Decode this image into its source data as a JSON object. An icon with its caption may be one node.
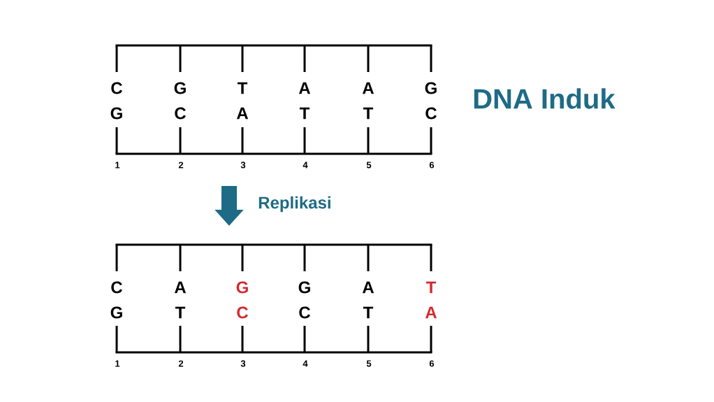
{
  "diagram": {
    "nodes": [
      {
        "text": [],
        "shape": "ladder",
        "beside": [
          "DNA Induk"
        ]
      },
      {
        "text": [
          "C",
          "G"
        ],
        "in": 0,
        "beside": [
          "1"
        ]
      },
      {
        "text": [
          "G",
          "C"
        ],
        "in": 0,
        "beside": [
          "2"
        ]
      },
      {
        "text": [
          "T",
          "A"
        ],
        "in": 0,
        "beside": [
          "3"
        ]
      },
      {
        "text": [
          "A",
          "T"
        ],
        "in": 0,
        "beside": [
          "4"
        ]
      },
      {
        "text": [
          "A",
          "T"
        ],
        "in": 0,
        "beside": [
          "5"
        ]
      },
      {
        "text": [
          "G",
          "C"
        ],
        "in": 0,
        "beside": [
          "6"
        ]
      },
      {
        "text": [],
        "shape": "ladder"
      },
      {
        "text": [
          "C",
          "G"
        ],
        "in": 7,
        "beside": [
          "1"
        ]
      },
      {
        "text": [
          "A",
          "T"
        ],
        "in": 7,
        "beside": [
          "2"
        ]
      },
      {
        "text": [
          "G",
          "C"
        ],
        "in": 7,
        "beside": [
          "3"
        ]
      },
      {
        "text": [
          "G",
          "C"
        ],
        "in": 7,
        "beside": [
          "4"
        ]
      },
      {
        "text": [
          "A",
          "T"
        ],
        "in": 7,
        "beside": [
          "5"
        ]
      },
      {
        "text": [
          "T",
          "A"
        ],
        "in": 7,
        "beside": [
          "6"
        ]
      }
    ],
    "edges": [
      {
        "from": 0,
        "to": 7,
        "arrow": "to",
        "label": "Replikasi"
      }
    ]
  }
}
